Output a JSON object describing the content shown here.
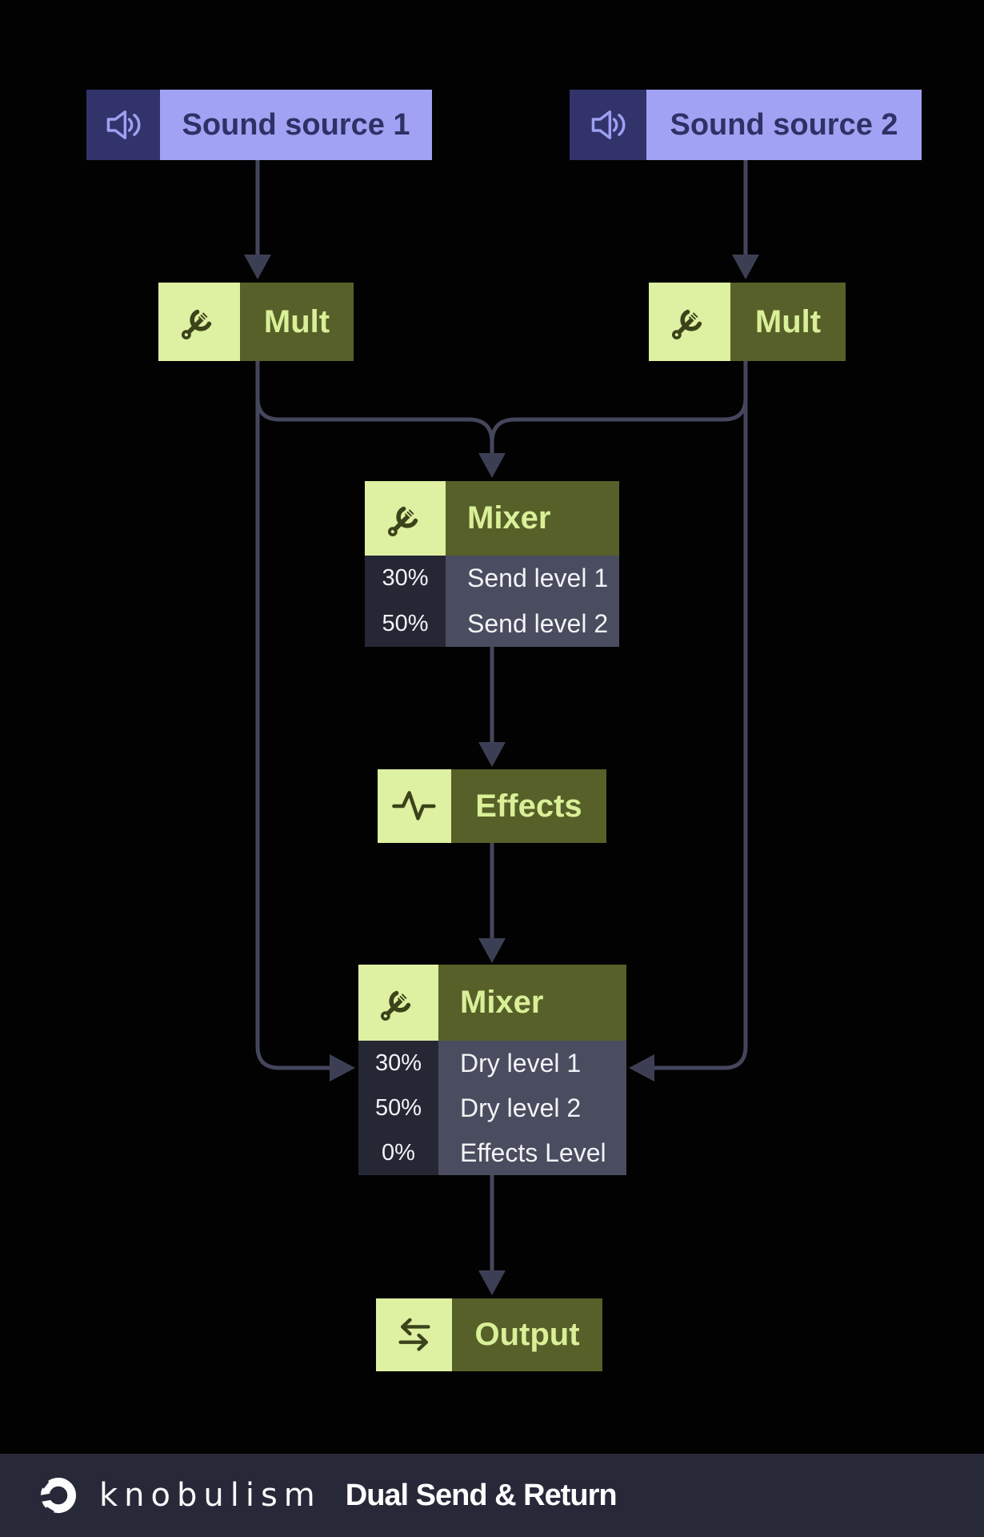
{
  "nodes": {
    "source1": {
      "label": "Sound source 1",
      "icon": "speaker-icon"
    },
    "source2": {
      "label": "Sound source 2",
      "icon": "speaker-icon"
    },
    "mult1": {
      "label": "Mult",
      "icon": "wrench-icon"
    },
    "mult2": {
      "label": "Mult",
      "icon": "wrench-icon"
    },
    "mixer1": {
      "label": "Mixer",
      "icon": "wrench-icon",
      "rows": [
        {
          "value": "30%",
          "label": "Send level 1"
        },
        {
          "value": "50%",
          "label": "Send level 2"
        }
      ]
    },
    "effects": {
      "label": "Effects",
      "icon": "waveform-icon"
    },
    "mixer2": {
      "label": "Mixer",
      "icon": "wrench-icon",
      "rows": [
        {
          "value": "30%",
          "label": "Dry level 1"
        },
        {
          "value": "50%",
          "label": "Dry level 2"
        },
        {
          "value": "0%",
          "label": "Effects Level"
        }
      ]
    },
    "output": {
      "label": "Output",
      "icon": "transfer-icon"
    }
  },
  "footer": {
    "brand": "knobulism",
    "title": "Dual Send & Return",
    "logo": "knob-logo-icon"
  },
  "colors": {
    "background": "#020202",
    "source_fill": "#a1a2f3",
    "source_icon_bg": "#31336a",
    "source_text": "#2e3166",
    "speaker_glyph": "#9da0f2",
    "node_icon_bg": "#def0a1",
    "node_fill": "#566028",
    "node_text": "#d9ef98",
    "icon_glyph": "#3a431a",
    "value_column_bg": "#252734",
    "label_column_bg": "#4a4c5f",
    "row_text": "#f2f3f6",
    "wire": "#44475c",
    "arrowhead": "#3c3f53",
    "footer_bg": "#272939",
    "footer_text": "#ffffff"
  }
}
